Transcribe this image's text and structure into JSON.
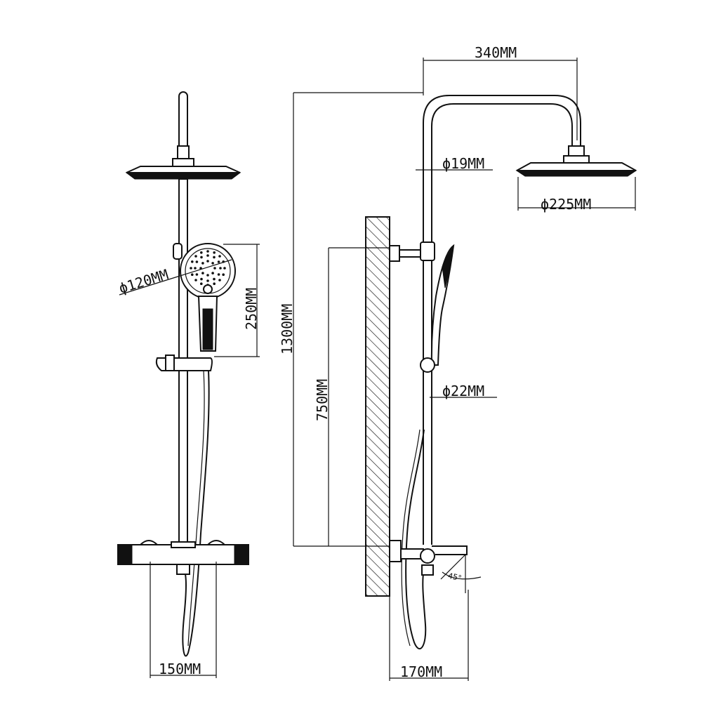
{
  "dimensions": {
    "width_arm": "340MM",
    "total_height": "1300MM",
    "pipe_top_diameter": "ϕ19MM",
    "head_diameter": "ϕ225MM",
    "hand_shower_diameter": "ϕ120MM",
    "hand_shower_length": "250MM",
    "bracket_height": "750MM",
    "pipe_bottom_diameter": "ϕ22MM",
    "mixer_width": "150MM",
    "wall_projection": "170MM",
    "lever_angle": "45°"
  },
  "colors": {
    "line": "#111111",
    "background": "#ffffff"
  }
}
